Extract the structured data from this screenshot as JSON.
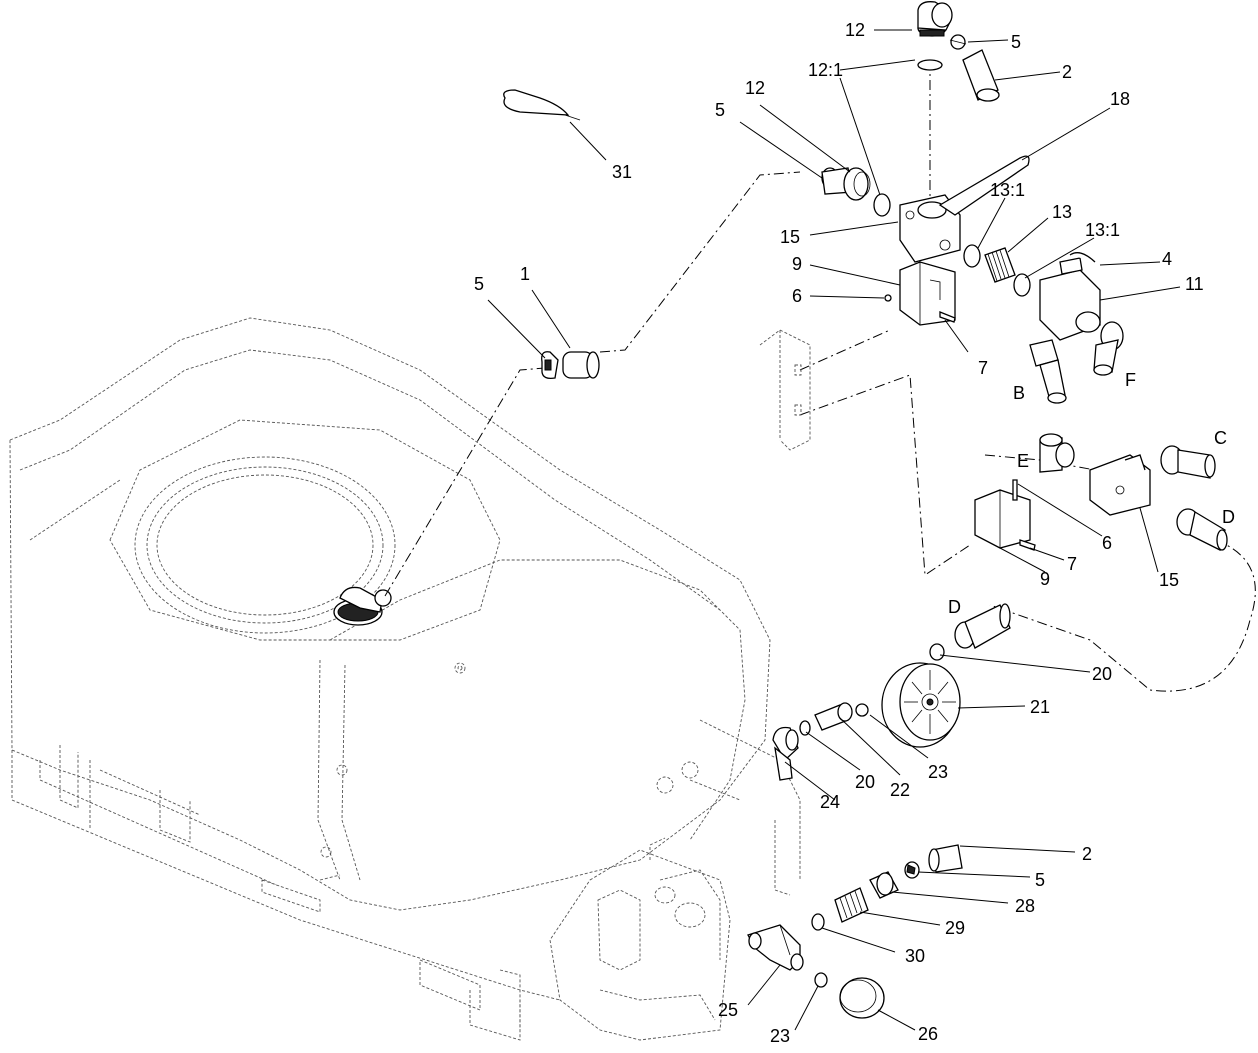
{
  "callouts": [
    {
      "id": "c1",
      "text": "12"
    },
    {
      "id": "c2",
      "text": "5"
    },
    {
      "id": "c3",
      "text": "12:1"
    },
    {
      "id": "c4",
      "text": "2"
    },
    {
      "id": "c5",
      "text": "12"
    },
    {
      "id": "c6",
      "text": "5"
    },
    {
      "id": "c7",
      "text": "18"
    },
    {
      "id": "c8",
      "text": "31"
    },
    {
      "id": "c9",
      "text": "13:1"
    },
    {
      "id": "c10",
      "text": "13"
    },
    {
      "id": "c11",
      "text": "13:1"
    },
    {
      "id": "c12",
      "text": "15"
    },
    {
      "id": "c13",
      "text": "9"
    },
    {
      "id": "c14",
      "text": "4"
    },
    {
      "id": "c15",
      "text": "11"
    },
    {
      "id": "c16",
      "text": "6"
    },
    {
      "id": "c17",
      "text": "5"
    },
    {
      "id": "c18",
      "text": "1"
    },
    {
      "id": "c19",
      "text": "7"
    },
    {
      "id": "c20",
      "text": "B"
    },
    {
      "id": "c21",
      "text": "F"
    },
    {
      "id": "c22",
      "text": "C"
    },
    {
      "id": "c23",
      "text": "E"
    },
    {
      "id": "c24",
      "text": "D"
    },
    {
      "id": "c25",
      "text": "6"
    },
    {
      "id": "c26",
      "text": "15"
    },
    {
      "id": "c27",
      "text": "7"
    },
    {
      "id": "c28",
      "text": "9"
    },
    {
      "id": "c29",
      "text": "D"
    },
    {
      "id": "c30",
      "text": "20"
    },
    {
      "id": "c31",
      "text": "21"
    },
    {
      "id": "c32",
      "text": "23"
    },
    {
      "id": "c33",
      "text": "22"
    },
    {
      "id": "c34",
      "text": "20"
    },
    {
      "id": "c35",
      "text": "24"
    },
    {
      "id": "c36",
      "text": "2"
    },
    {
      "id": "c37",
      "text": "5"
    },
    {
      "id": "c38",
      "text": "28"
    },
    {
      "id": "c39",
      "text": "29"
    },
    {
      "id": "c40",
      "text": "30"
    },
    {
      "id": "c41",
      "text": "25"
    },
    {
      "id": "c42",
      "text": "23"
    },
    {
      "id": "c43",
      "text": "26"
    }
  ]
}
